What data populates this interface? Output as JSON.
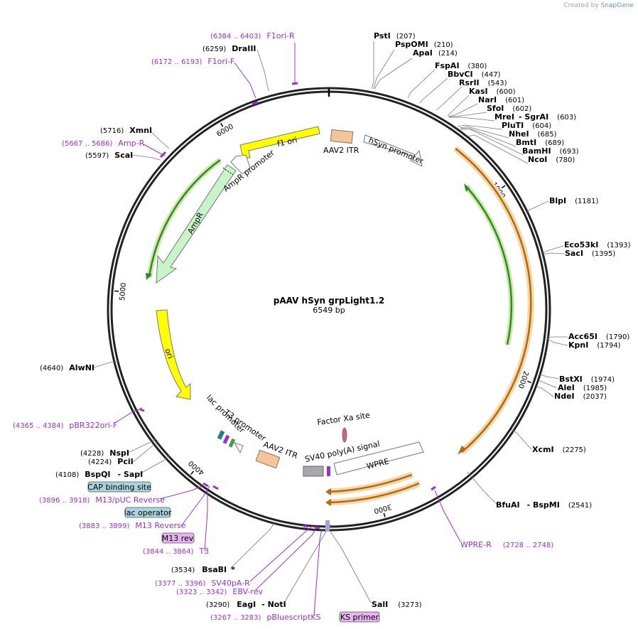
{
  "watermark": {
    "prefix": "Created by",
    "brand": "SnapGene"
  },
  "plasmid": {
    "name": "pAAV hSyn grpLight1.2",
    "length_label": "6549 bp",
    "length": 6549
  },
  "ticks": [
    "1000",
    "2000",
    "3000",
    "4000",
    "5000",
    "6000"
  ],
  "enzymes": {
    "pstI": {
      "name": "PstI",
      "pos": "(207)"
    },
    "pspomi": {
      "name": "PspOMI",
      "pos": "(210)"
    },
    "apaI": {
      "name": "ApaI",
      "pos": "(214)"
    },
    "fspai": {
      "name": "FspAI",
      "pos": "(380)"
    },
    "bbvci": {
      "name": "BbvCI",
      "pos": "(447)"
    },
    "rsrii": {
      "name": "RsrII",
      "pos": "(543)"
    },
    "kasi": {
      "name": "KasI",
      "pos": "(600)"
    },
    "nari": {
      "name": "NarI",
      "pos": "(601)"
    },
    "sfoi": {
      "name": "SfoI",
      "pos": "(602)"
    },
    "mrei": {
      "name": "MreI",
      "pos": "(603)",
      "extra": "- SgrAI"
    },
    "pluti": {
      "name": "PluTI",
      "pos": "(604)"
    },
    "nhei": {
      "name": "NheI",
      "pos": "(685)"
    },
    "bmti": {
      "name": "BmtI",
      "pos": "(689)"
    },
    "bamhi": {
      "name": "BamHI",
      "pos": "(693)"
    },
    "ncoi": {
      "name": "NcoI",
      "pos": "(780)"
    },
    "blpi": {
      "name": "BlpI",
      "pos": "(1181)"
    },
    "eco53ki": {
      "name": "Eco53kI",
      "pos": "(1393)"
    },
    "saci": {
      "name": "SacI",
      "pos": "(1395)"
    },
    "acc65i": {
      "name": "Acc65I",
      "pos": "(1790)"
    },
    "kpni": {
      "name": "KpnI",
      "pos": "(1794)"
    },
    "bstxi": {
      "name": "BstXI",
      "pos": "(1974)"
    },
    "alei": {
      "name": "AleI",
      "pos": "(1985)"
    },
    "ndei": {
      "name": "NdeI",
      "pos": "(2037)"
    },
    "xcmi": {
      "name": "XcmI",
      "pos": "(2275)"
    },
    "bfuai": {
      "name": "BfuAI",
      "pos": "(2541)",
      "extra": "- BspMI"
    },
    "sali": {
      "name": "SalI",
      "pos": "(3273)"
    },
    "eagi": {
      "name": "EagI",
      "pos": "(3290)",
      "extra": "- NotI"
    },
    "bsabi": {
      "name": "BsaBI",
      "pos": "(3534)",
      "extra": "*"
    },
    "bspqi": {
      "name": "BspQI",
      "pos": "(4108)",
      "extra": "- SapI"
    },
    "pcii": {
      "name": "PciI",
      "pos": "(4224)"
    },
    "nspi": {
      "name": "NspI",
      "pos": "(4228)"
    },
    "alwni": {
      "name": "AlwNI",
      "pos": "(4640)"
    },
    "scai": {
      "name": "ScaI",
      "pos": "(5597)"
    },
    "xmni": {
      "name": "XmnI",
      "pos": "(5716)"
    },
    "draiii": {
      "name": "DraIII",
      "pos": "(6259)"
    }
  },
  "primers": {
    "f1orir": {
      "name": "F1ori-R",
      "pos": "(6384 .. 6403)"
    },
    "f1orif": {
      "name": "F1ori-F",
      "pos": "(6172 .. 6193)"
    },
    "ampr": {
      "name": "Amp-R",
      "pos": "(5667 .. 5686)"
    },
    "pbr322": {
      "name": "pBR322ori-F",
      "pos": "(4365 .. 4384)"
    },
    "m13puc": {
      "name": "M13/pUC Reverse",
      "pos": "(3896 .. 3918)"
    },
    "m13rev": {
      "name": "M13 Reverse",
      "pos": "(3883 .. 3899)"
    },
    "t3": {
      "name": "T3",
      "pos": "(3844 .. 3864)"
    },
    "sv40pa": {
      "name": "SV40pA-R",
      "pos": "(3377 .. 3396)"
    },
    "ebv": {
      "name": "EBV-rev",
      "pos": "(3323 .. 3342)"
    },
    "pbks": {
      "name": "pBluescriptKS",
      "pos": "(3267 .. 3283)"
    },
    "wpre": {
      "name": "WPRE-R",
      "pos": "(2728 .. 2748)"
    }
  },
  "boxed_features": {
    "cap": "CAP binding site",
    "lacop": "lac operator",
    "m13rev": "M13 rev",
    "ks": "KS primer"
  },
  "features": {
    "f1ori": "f1 ori",
    "aav2itr_top": "AAV2 ITR",
    "hsyn": "hSyn promoter",
    "amprpromoter": "AmpR promoter",
    "ampr": "AmpR",
    "ori": "ori",
    "lacpromoter": "lac promoter",
    "t3promoter": "T3 promoter",
    "aav2itr_bottom": "AAV2 ITR",
    "factorxa": "Factor Xa site",
    "sv40": "SV40 poly(A) signal",
    "wpre": "WPRE"
  },
  "colors": {
    "enzyme": "#000000",
    "primer": "#9b30d0",
    "origin": "#ffff00",
    "amp_fill": "#c8f5c8",
    "amp_stroke": "#33aa33",
    "itr": "#f6c597",
    "orange_arc": "#f0b060",
    "green_arc": "#3a9a30",
    "sv40": "#a5a8ad",
    "box_blue": "#a9d4df",
    "box_purple": "#e6b3f0"
  }
}
